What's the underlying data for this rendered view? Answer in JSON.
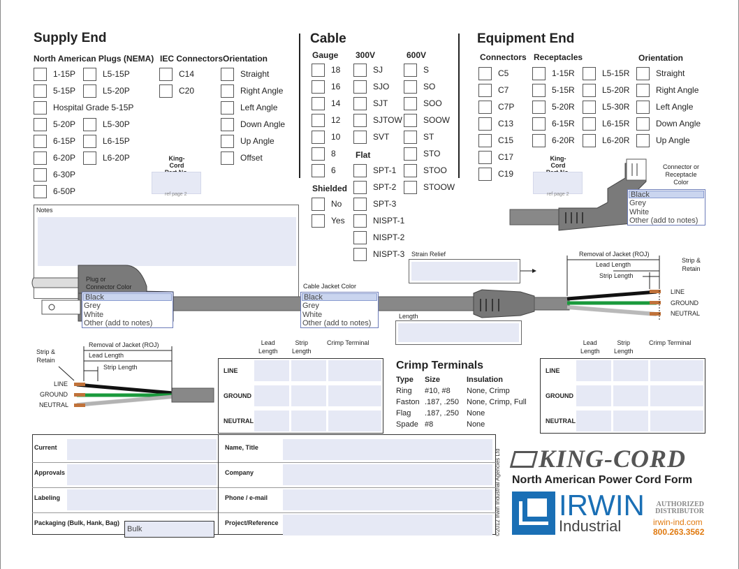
{
  "supply": {
    "title": "Supply End",
    "nema_heading": "North American Plugs (NEMA)",
    "iec_heading": "IEC Connectors",
    "orientation_heading": "Orientation",
    "nema_col1": [
      "1-15P",
      "5-15P",
      "Hospital Grade 5-15P",
      "5-20P",
      "6-15P",
      "6-20P",
      "6-30P",
      "6-50P"
    ],
    "nema_col2": [
      "L5-15P",
      "L5-20P",
      "L5-30P",
      "L6-15P",
      "L6-20P"
    ],
    "iec": [
      "C14",
      "C20"
    ],
    "orientation": [
      "Straight",
      "Right Angle",
      "Left Angle",
      "Down Angle",
      "Up Angle",
      "Offset"
    ],
    "partno_label": "King-Cord\nPart No.",
    "ref_page": "ref page 2",
    "notes_label": "Notes",
    "plug_color_label": "Plug or\nConnector Color",
    "color_options": [
      "Black",
      "Grey",
      "White",
      "Other (add to notes)"
    ]
  },
  "cable": {
    "title": "Cable",
    "gauge_heading": "Gauge",
    "gauges": [
      "18",
      "16",
      "14",
      "12",
      "10",
      "8",
      "6"
    ],
    "v300_heading": "300V",
    "v300": [
      "SJ",
      "SJO",
      "SJT",
      "SJTOW",
      "SVT"
    ],
    "flat_heading": "Flat",
    "flat": [
      "SPT-1",
      "SPT-2",
      "SPT-3",
      "NISPT-1",
      "NISPT-2",
      "NISPT-3"
    ],
    "v600_heading": "600V",
    "v600": [
      "S",
      "SO",
      "SOO",
      "SOOW",
      "ST",
      "STO",
      "STOO",
      "STOOW"
    ],
    "shielded_heading": "Shielded",
    "shielded": [
      "No",
      "Yes"
    ],
    "strain_relief_label": "Strain Relief",
    "jacket_color_label": "Cable Jacket Color",
    "length_label": "Length"
  },
  "equipment": {
    "title": "Equipment End",
    "connectors_heading": "Connectors",
    "connectors": [
      "C5",
      "C7",
      "C7P",
      "C13",
      "C15",
      "C17",
      "C19"
    ],
    "receptacles_heading": "Receptacles",
    "receptacles_col1": [
      "1-15R",
      "5-15R",
      "5-20R",
      "6-15R",
      "6-20R"
    ],
    "receptacles_col2": [
      "L5-15R",
      "L5-20R",
      "L5-30R",
      "L6-15R",
      "L6-20R"
    ],
    "orientation_heading": "Orientation",
    "orientation": [
      "Straight",
      "Right Angle",
      "Left Angle",
      "Down Angle",
      "Up Angle"
    ],
    "partno_label": "King-Cord\nPart No.",
    "ref_page": "ref page 2",
    "color_label": "Connector or\nReceptacle\nColor",
    "color_options": [
      "Black",
      "Grey",
      "White",
      "Other (add to notes)"
    ]
  },
  "wiring": {
    "roj_label": "Removal of Jacket (ROJ)",
    "lead_length": "Lead Length",
    "strip_length": "Strip Length",
    "strip_retain": "Strip &\nRetain",
    "wires": [
      "LINE",
      "GROUND",
      "NEUTRAL"
    ],
    "table_headers": [
      "Lead\nLength",
      "Strip\nLength",
      "Crimp Terminal"
    ]
  },
  "crimp": {
    "title": "Crimp Terminals",
    "headers": [
      "Type",
      "Size",
      "Insulation"
    ],
    "rows": [
      [
        "Ring",
        "#10, #8",
        "None, Crimp"
      ],
      [
        "Faston",
        ".187, .250",
        "None, Crimp, Full"
      ],
      [
        "Flag",
        ".187, .250",
        "None"
      ],
      [
        "Spade",
        "#8",
        "None"
      ]
    ]
  },
  "footer": {
    "left_labels": [
      "Current",
      "Approvals",
      "Labeling",
      "Packaging (Bulk, Hank, Bag)"
    ],
    "packaging_value": "Bulk",
    "right_labels": [
      "Name, Title",
      "Company",
      "Phone / e-mail",
      "Project/Reference"
    ],
    "copyright": "©2012 Irwin Industrial Agencies Ltd",
    "brand": "KING-CORD",
    "form_title": "North American Power Cord Form",
    "irwin_1": "IRWIN",
    "irwin_2": "Industrial",
    "authorized": "AUTHORIZED\nDISTRIBUTOR",
    "website": "irwin-ind.com",
    "phone": "800.263.3562",
    "colors": {
      "accent": "#e07a10",
      "irwin_blue": "#1a6fb5",
      "field": "#e6e9f5"
    }
  }
}
